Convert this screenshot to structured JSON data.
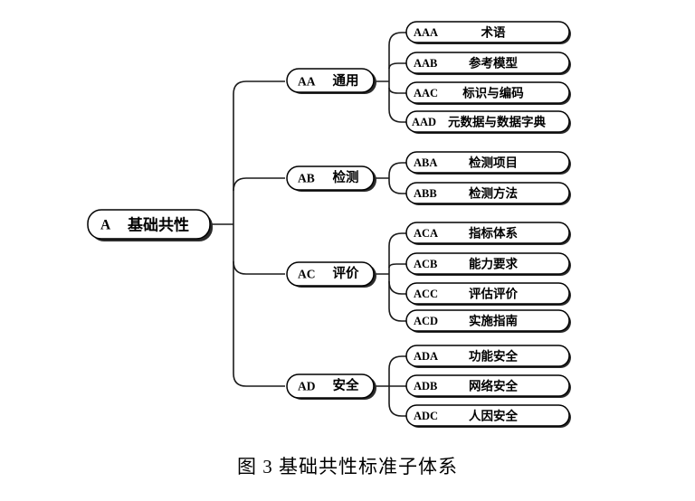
{
  "figure": {
    "caption": "图 3  基础共性标准子体系",
    "background_color": "#ffffff",
    "line_color": "#1a1a1a",
    "text_color": "#000000"
  },
  "root": {
    "code": "A",
    "label": "基础共性"
  },
  "branches": [
    {
      "code": "AA",
      "label": "通用",
      "children": [
        {
          "code": "AAA",
          "label": "术语"
        },
        {
          "code": "AAB",
          "label": "参考模型"
        },
        {
          "code": "AAC",
          "label": "标识与编码"
        },
        {
          "code": "AAD",
          "label": "元数据与数据字典"
        }
      ]
    },
    {
      "code": "AB",
      "label": "检测",
      "children": [
        {
          "code": "ABA",
          "label": "检测项目"
        },
        {
          "code": "ABB",
          "label": "检测方法"
        }
      ]
    },
    {
      "code": "AC",
      "label": "评价",
      "children": [
        {
          "code": "ACA",
          "label": "指标体系"
        },
        {
          "code": "ACB",
          "label": "能力要求"
        },
        {
          "code": "ACC",
          "label": "评估评价"
        },
        {
          "code": "ACD",
          "label": "实施指南"
        }
      ]
    },
    {
      "code": "AD",
      "label": "安全",
      "children": [
        {
          "code": "ADA",
          "label": "功能安全"
        },
        {
          "code": "ADB",
          "label": "网络安全"
        },
        {
          "code": "ADC",
          "label": "人因安全"
        }
      ]
    }
  ]
}
